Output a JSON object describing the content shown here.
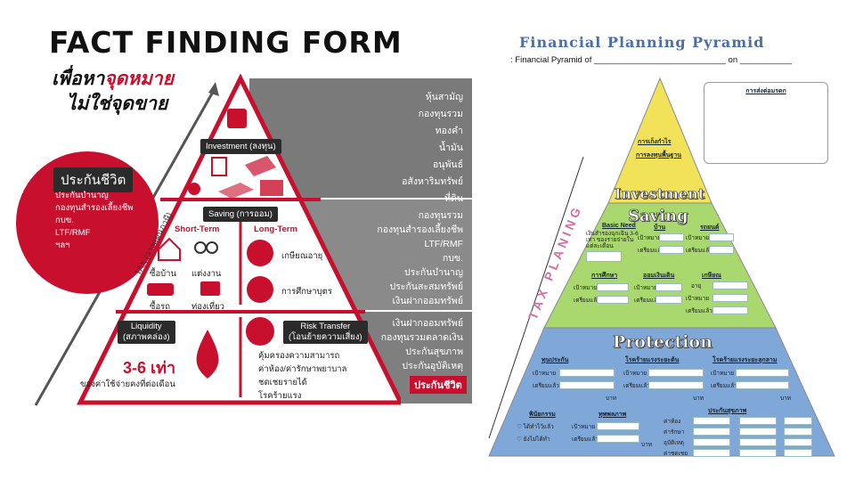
{
  "left": {
    "title": "FACT FINDING FORM",
    "subtitle_line1_prefix": "เพื่อหา",
    "subtitle_line1_highlight": "จุดหมาย",
    "subtitle_line2": "ไม่ใช่จุดขาย",
    "side_circle_title": "ประกันชีวิต",
    "side_circle_items": [
      "ประกันบำนาญ",
      "กองทุนสำรองเลี้ยงชีพ",
      "กบข.",
      "LTF/RMF",
      "ฯลฯ"
    ],
    "tax_label": "TAX (วางแผนภาษี)",
    "investment_label": "Investment (ลงทุน)",
    "investment_list": [
      "หุ้นสามัญ",
      "กองทุนรวม",
      "ทองคำ",
      "น้ำมัน",
      "อนุพันธ์",
      "อสังหาริมทรัพย์",
      "ที่ดิน"
    ],
    "saving_label": "Saving (การออม)",
    "short_term": "Short-Term",
    "long_term": "Long-Term",
    "short_items": [
      "ซื้อบ้าน",
      "แต่งงาน",
      "ซื้อรถ",
      "ท่องเที่ยว"
    ],
    "long_items": [
      "เกษียณอายุ",
      "การศึกษาบุตร"
    ],
    "saving_list": [
      "กองทุนรวม",
      "กองทุนสำรองเลี้ยงชีพ",
      "LTF/RMF",
      "กบข.",
      "ประกันบำนาญ",
      "ประกันสะสมทรัพย์",
      "เงินฝากออมทรัพย์"
    ],
    "liquidity_label": "Liquidity",
    "liquidity_sub": "(สภาพคล่อง)",
    "liquidity_amount": "3-6 เท่า",
    "liquidity_desc": "ของค่าใช้จ่ายคงที่ต่อเดือน",
    "risk_label": "Risk Transfer",
    "risk_sub": "(โอนย้ายความเสี่ยง)",
    "risk_items": [
      "คุ้มครองความสามารถ",
      "ค่าห้อง/ค่ารักษาพยาบาล",
      "ชดเชยรายได้",
      "โรคร้ายแรง"
    ],
    "protect_list": [
      "เงินฝากออมทรัพย์",
      "กองทุนรวมตลาดเงิน",
      "ประกันสุขภาพ",
      "ประกันอุบัติเหตุ"
    ],
    "protect_highlight": "ประกันชีวิต",
    "colors": {
      "red": "#c8102e",
      "gray": "#7a7a7a",
      "dark": "#2b2b2b"
    }
  },
  "right": {
    "title": "Financial Planning Pyramid",
    "subtitle": ": Financial Pyramid of ____________________________ on ___________",
    "legacy_box": "การส่งต่อมรดก",
    "tax_label": "TAX PLANING",
    "top_items": [
      "การเก็งกำไร",
      "การลงทุนพื้นฐาน"
    ],
    "investment": "Investment",
    "saving": "Saving",
    "saving_cells": {
      "basic_need": "Basic Need",
      "basic_need_desc": "เงินสำรองฉุกเฉิน 3-6 เท่า ของรายจ่ายในแต่ละเดือน",
      "house": "บ้าน",
      "car": "รถยนต์",
      "education": "การศึกษา",
      "travel": "ออมเงินเดิน",
      "retire": "เกษียณ",
      "target": "เป้าหมาย",
      "saved": "เตรียมแล้ว",
      "age": "อายุ",
      "baht": "บาท"
    },
    "protection": "Protection",
    "protection_cells": {
      "capital": "ทุนประกัน",
      "critical1": "โรคร้ายแรงระยะต้น",
      "critical2": "โรคร้ายแรงระยะลุกลาม",
      "will": "พินัยกรรม",
      "will_opt1": "ได้ทำไว้แล้ว",
      "will_opt2": "ยังไม่ได้ทำ",
      "disability": "ทุพพลภาพ",
      "health": "ประกันสุขภาพ",
      "health_rows": [
        "ค่าห้อง",
        "ค่ารักษา",
        "อุบัติเหตุ",
        "ค่าชดเชย"
      ],
      "target": "เป้าหมาย",
      "saved": "เตรียมแล้ว",
      "baht": "บาท"
    },
    "colors": {
      "yellow": "#f2e25a",
      "green": "#a9d86e",
      "blue": "#7fa7d8"
    }
  }
}
